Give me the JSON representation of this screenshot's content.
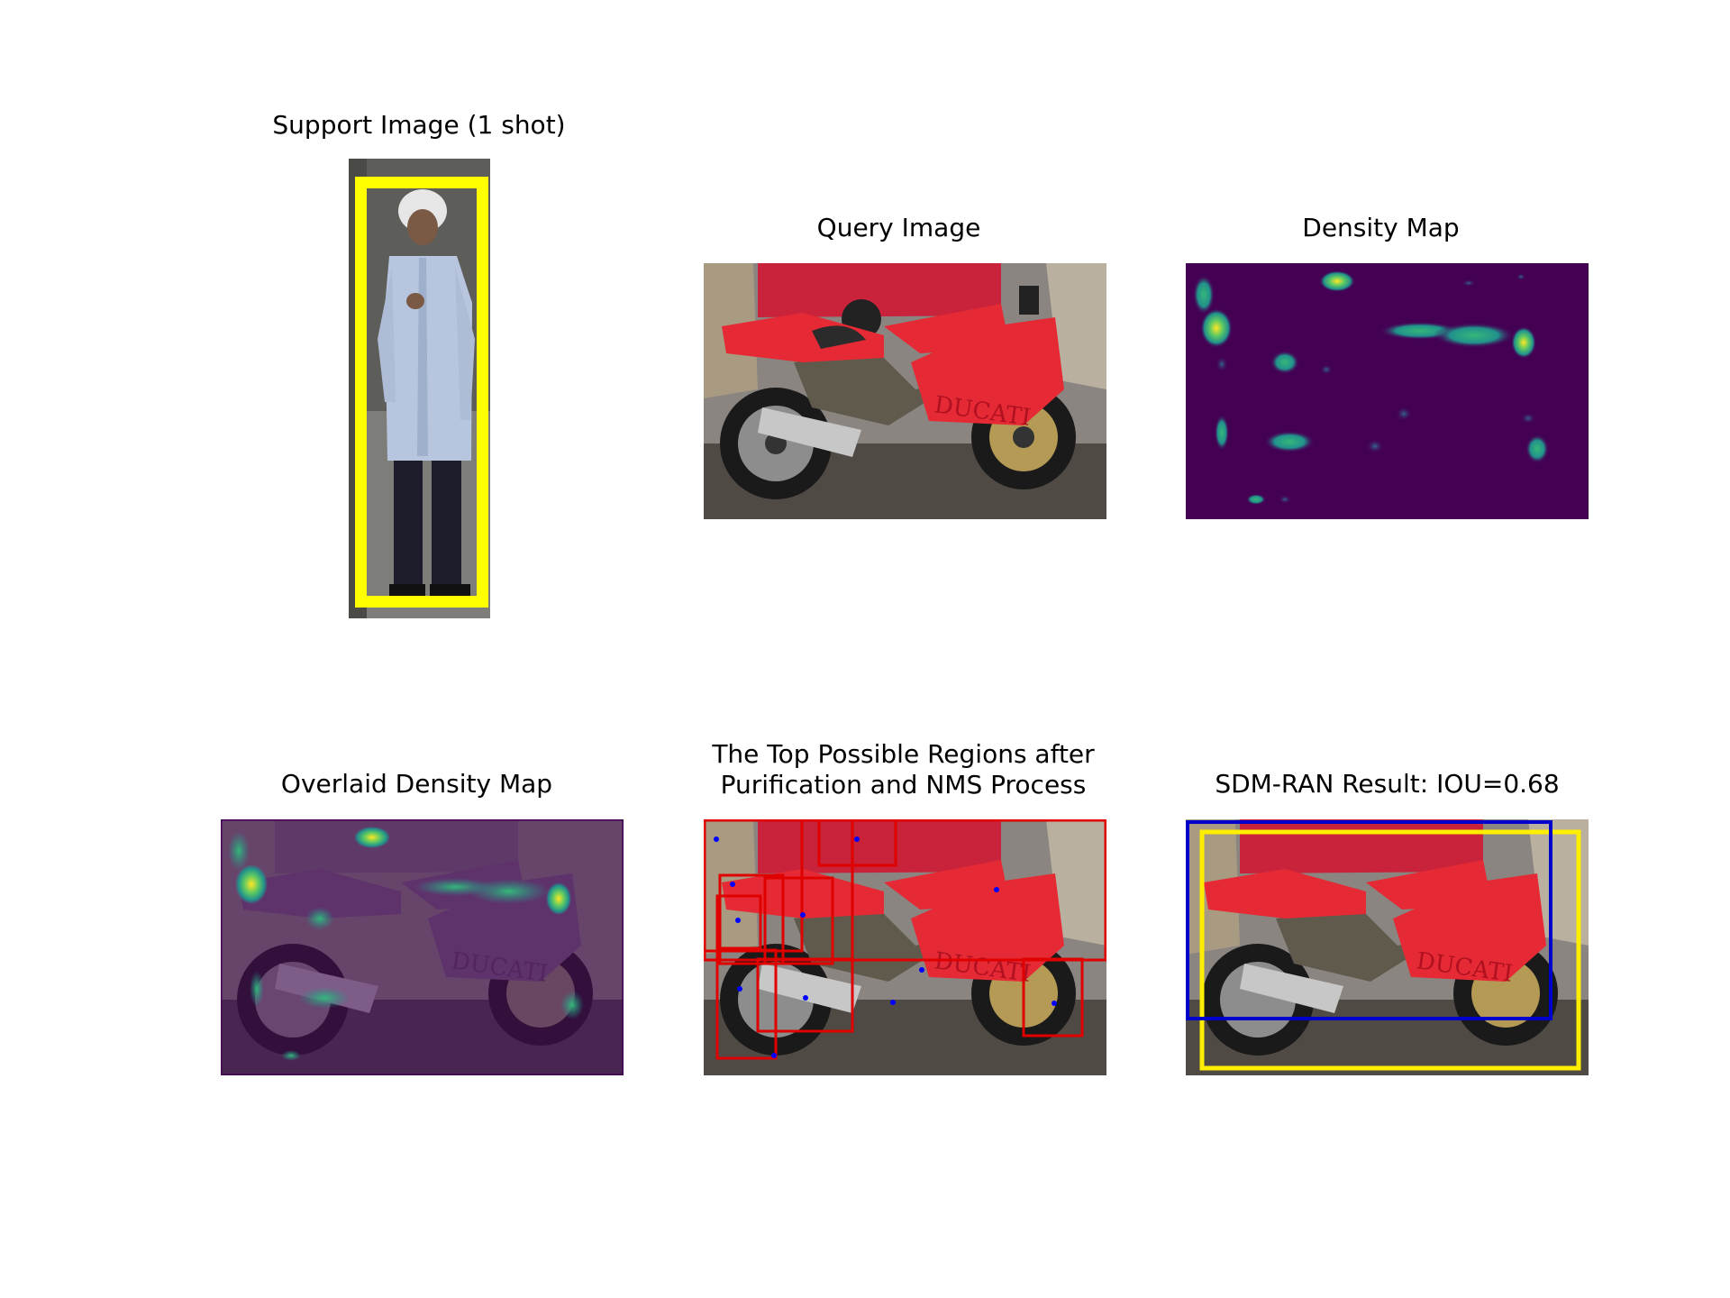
{
  "panels": {
    "support": {
      "title": "Support Image (1 shot)"
    },
    "query": {
      "title": "Query Image",
      "badge_text": "DUCATI"
    },
    "density": {
      "title": "Density Map"
    },
    "overlaid": {
      "title": "Overlaid Density Map",
      "badge_text": "DUCATI"
    },
    "regions": {
      "title_line1": "The Top Possible Regions after",
      "title_line2": "Purification and NMS Process",
      "badge_text": "DUCATI"
    },
    "result": {
      "title": "SDM-RAN Result: IOU=0.68",
      "badge_text": "DUCATI"
    }
  },
  "colors": {
    "support_box": "#ffff00",
    "region_box": "#e00000",
    "region_point": "#0000ff",
    "prediction_box": "#0000cc",
    "ground_truth_box": "#ffee00",
    "density_background": "#440154",
    "moto_red": "#e52a35"
  }
}
